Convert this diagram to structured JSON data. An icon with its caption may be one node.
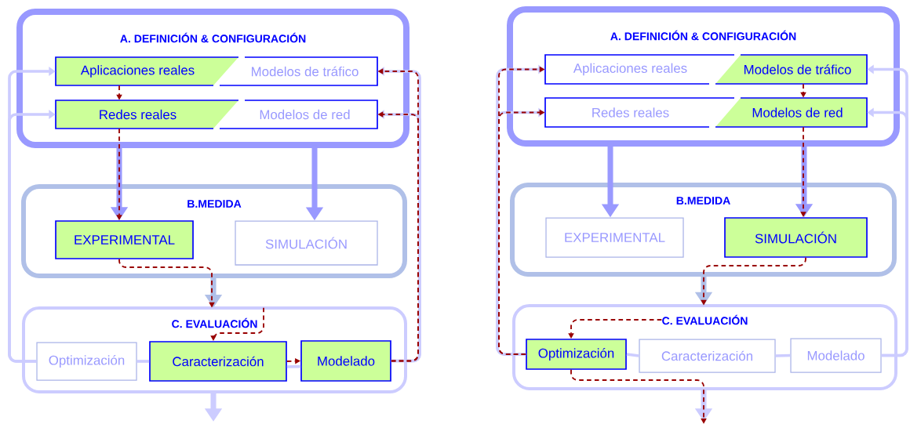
{
  "diagram": {
    "nodes": [
      {
        "text": [
          "A. DEFINICIÓN & CONFIGURACIÓN"
        ]
      },
      {
        "text": [
          "Aplicaciones reales"
        ],
        "in": 0
      },
      {
        "text": [
          "Modelos de tráfico"
        ],
        "in": 0
      },
      {
        "text": [
          "Redes reales"
        ],
        "in": 0
      },
      {
        "text": [
          "Modelos de red"
        ],
        "in": 0
      },
      {
        "text": [
          "B.MEDIDA"
        ]
      },
      {
        "text": [
          "EXPERIMENTAL"
        ],
        "in": 5
      },
      {
        "text": [
          "SIMULACIÓN"
        ],
        "in": 5
      },
      {
        "text": [
          "C. EVALUACIÓN"
        ]
      },
      {
        "text": [
          "Optimización"
        ],
        "in": 8
      },
      {
        "text": [
          "Caracterización"
        ],
        "in": 8
      },
      {
        "text": [
          "Modelado"
        ],
        "in": 8
      },
      {
        "text": [
          "A. DEFINICIÓN & CONFIGURACIÓN"
        ]
      },
      {
        "text": [
          "Aplicaciones reales"
        ],
        "in": 12
      },
      {
        "text": [
          "Modelos de tráfico"
        ],
        "in": 12
      },
      {
        "text": [
          "Redes reales"
        ],
        "in": 12
      },
      {
        "text": [
          "Modelos de red"
        ],
        "in": 12
      },
      {
        "text": [
          "B.MEDIDA"
        ]
      },
      {
        "text": [
          "EXPERIMENTAL"
        ],
        "in": 17
      },
      {
        "text": [
          "SIMULACIÓN"
        ],
        "in": 17
      },
      {
        "text": [
          "C. EVALUACIÓN"
        ]
      },
      {
        "text": [
          "Optimización"
        ],
        "in": 20
      },
      {
        "text": [
          "Caracterización"
        ],
        "in": 20
      },
      {
        "text": [
          "Modelado"
        ],
        "in": 20
      }
    ],
    "edges": [
      {
        "from": 0,
        "to": 6,
        "arrow": "to",
        "style": "thick",
        "color": "#9999ff"
      },
      {
        "from": 0,
        "to": 7,
        "arrow": "to",
        "style": "thick",
        "color": "#9999ff"
      },
      {
        "from": 5,
        "to": 8,
        "arrow": "to",
        "style": "thick",
        "color": "#b0c0e8"
      },
      {
        "from": 8,
        "to": null,
        "arrow": "to",
        "style": "thick",
        "color": "#ccccff"
      },
      {
        "from": 9,
        "to": 1,
        "arrow": "to"
      },
      {
        "from": 9,
        "to": 3,
        "arrow": "to"
      },
      {
        "from": 9,
        "to": 10,
        "arrow": "none"
      },
      {
        "from": 10,
        "to": 11,
        "arrow": "none"
      },
      {
        "from": 11,
        "to": 2,
        "arrow": "to"
      },
      {
        "from": 11,
        "to": 4,
        "arrow": "to"
      },
      {
        "from": 12,
        "to": 18,
        "arrow": "to",
        "style": "thick",
        "color": "#9999ff"
      },
      {
        "from": 12,
        "to": 19,
        "arrow": "to",
        "style": "thick",
        "color": "#9999ff"
      },
      {
        "from": 17,
        "to": 20,
        "arrow": "to",
        "style": "thick",
        "color": "#b0c0e8"
      },
      {
        "from": 20,
        "to": null,
        "arrow": "to",
        "style": "thick",
        "color": "#ccccff"
      },
      {
        "from": 21,
        "to": 13,
        "arrow": "to"
      },
      {
        "from": 21,
        "to": 15,
        "arrow": "to"
      },
      {
        "from": 21,
        "to": 22,
        "arrow": "none"
      },
      {
        "from": 22,
        "to": 23,
        "arrow": "none"
      },
      {
        "from": 23,
        "to": 14,
        "arrow": "to"
      },
      {
        "from": 23,
        "to": 16,
        "arrow": "to"
      },
      {
        "from": 1,
        "to": 3,
        "arrow": "to",
        "style": "dashed",
        "color": "#990000"
      },
      {
        "from": 3,
        "to": 6,
        "arrow": "to",
        "style": "dashed",
        "color": "#990000"
      },
      {
        "from": 6,
        "to": 8,
        "arrow": "to",
        "style": "dashed",
        "color": "#990000"
      },
      {
        "from": 8,
        "to": 10,
        "arrow": "to",
        "style": "dashed",
        "color": "#990000"
      },
      {
        "from": 10,
        "to": 11,
        "arrow": "to",
        "style": "dashed",
        "color": "#990000"
      },
      {
        "from": 11,
        "to": 2,
        "arrow": "to",
        "style": "dashed",
        "color": "#990000"
      },
      {
        "from": 11,
        "to": 4,
        "arrow": "to",
        "style": "dashed",
        "color": "#990000"
      },
      {
        "from": 14,
        "to": 16,
        "arrow": "to",
        "style": "dashed",
        "color": "#990000"
      },
      {
        "from": 16,
        "to": 19,
        "arrow": "to",
        "style": "dashed",
        "color": "#990000"
      },
      {
        "from": 19,
        "to": 20,
        "arrow": "to",
        "style": "dashed",
        "color": "#990000"
      },
      {
        "from": 20,
        "to": 21,
        "arrow": "to",
        "style": "dashed",
        "color": "#990000"
      },
      {
        "from": 21,
        "to": 13,
        "arrow": "to",
        "style": "dashed",
        "color": "#990000"
      },
      {
        "from": 21,
        "to": 15,
        "arrow": "to",
        "style": "dashed",
        "color": "#990000"
      },
      {
        "from": 21,
        "to": null,
        "arrow": "to",
        "style": "dashed",
        "color": "#990000"
      }
    ]
  }
}
